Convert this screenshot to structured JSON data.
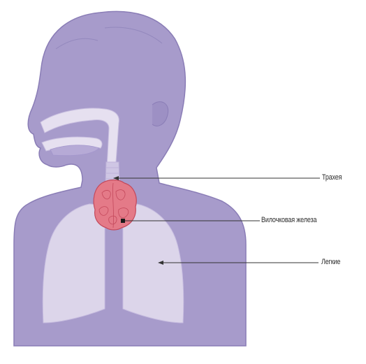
{
  "labels": {
    "trachea": "Трахея",
    "thymus": "Вилочковая железа",
    "lungs": "Легкие"
  },
  "colors": {
    "body": "#a79bcb",
    "body_outline": "#8a7db6",
    "lung": "#dcd5ea",
    "airway": "#e6e0f0",
    "thymus": "#e47a88",
    "thymus_dark": "#c4495c",
    "pointer": "#333333"
  }
}
